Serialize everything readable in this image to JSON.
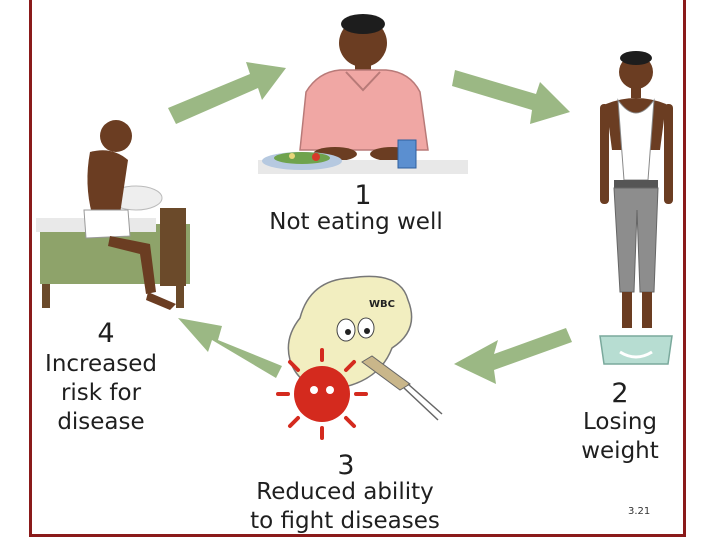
{
  "steps": [
    {
      "number": "1",
      "label": "Not eating well"
    },
    {
      "number": "2",
      "label_lines": [
        "Losing",
        "weight"
      ]
    },
    {
      "number": "3",
      "label_lines": [
        "Reduced ability",
        "to fight diseases"
      ]
    },
    {
      "number": "4",
      "label_lines": [
        "Increased",
        "risk for",
        "disease"
      ]
    }
  ],
  "cell_label": "WBC",
  "page_number": "3.21",
  "colors": {
    "arrow": "#9bb884",
    "frame": "#8a1a1a",
    "shirt": "#f0a7a4",
    "skin": "#6b3d22",
    "trousers": "#8d8d8d",
    "virus": "#d42a1e",
    "cell": "#f2eec0",
    "scale": "#b7ddd2",
    "bed": "#8ea36a"
  }
}
